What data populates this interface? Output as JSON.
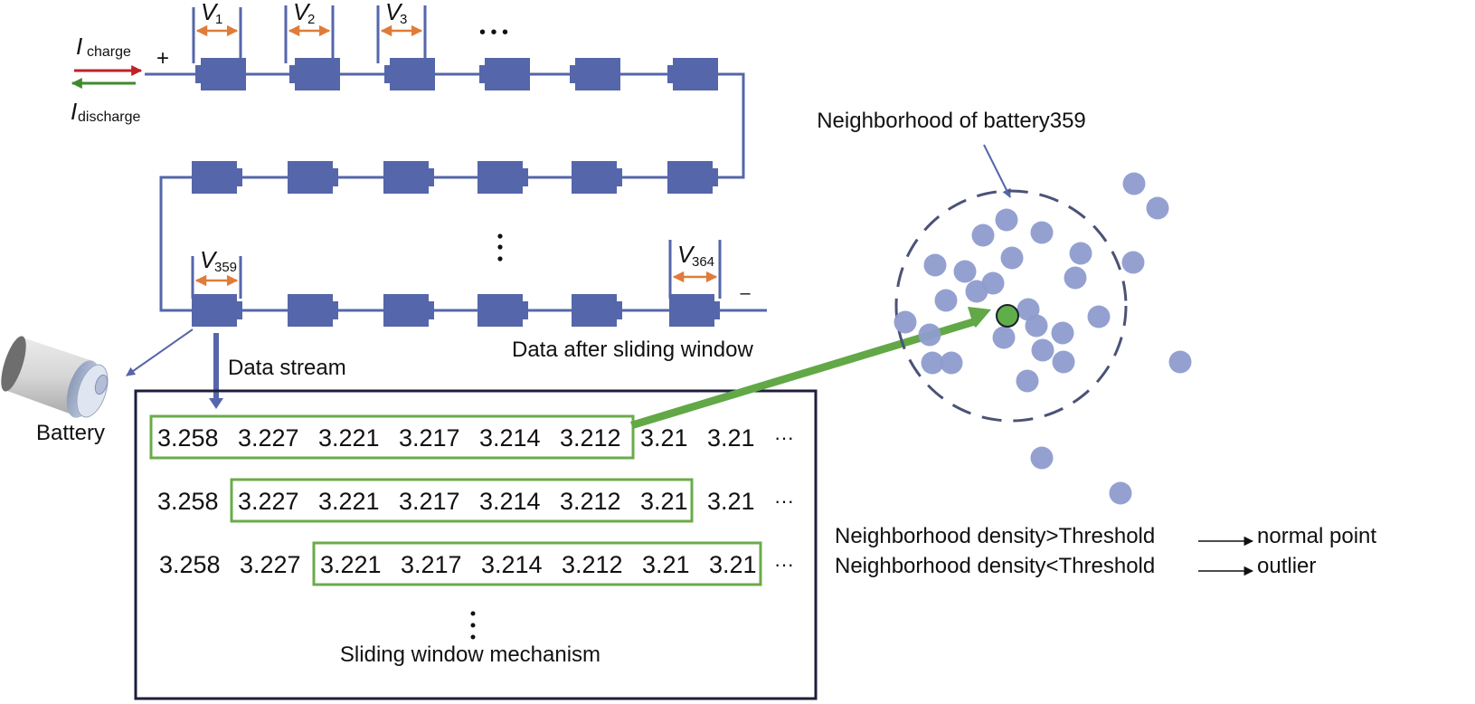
{
  "colors": {
    "wire": "#5566aa",
    "cell": "#5566aa",
    "voltage_arrow": "#e07b39",
    "charge_arrow": "#c0202a",
    "discharge_arrow": "#3f8a2f",
    "window_box": "#6aab4a",
    "big_arrow": "#62a846",
    "point": "#8e9ccd",
    "target_point": "#5fae4a",
    "neighborhood": "#4b5277",
    "box_border": "#1e1e3c"
  },
  "current": {
    "charge": {
      "symbol": "I",
      "subscript": "charge"
    },
    "discharge": {
      "symbol": "I",
      "subscript": "discharge"
    },
    "plus_terminal": "+",
    "minus_terminal": "–"
  },
  "voltages": {
    "v1": {
      "symbol": "V",
      "subscript": "1"
    },
    "v2": {
      "symbol": "V",
      "subscript": "2"
    },
    "v3": {
      "symbol": "V",
      "subscript": "3"
    },
    "v359": {
      "symbol": "V",
      "subscript": "359"
    },
    "v364": {
      "symbol": "V",
      "subscript": "364"
    }
  },
  "ellipsis_horizontal": "• • •",
  "labels": {
    "battery": "Battery",
    "data_stream": "Data stream",
    "data_after_window": "Data after sliding window",
    "sliding_window_mechanism": "Sliding window mechanism",
    "neighborhood_title": "Neighborhood of battery359",
    "rule_normal_left": "Neighborhood density>Threshold",
    "rule_normal_right": "normal point",
    "rule_outlier_left": "Neighborhood density<Threshold",
    "rule_outlier_right": "outlier",
    "row_ellipsis": "···"
  },
  "sliding_window": {
    "window_size": 6,
    "rows": [
      {
        "values": [
          "3.258",
          "3.227",
          "3.221",
          "3.217",
          "3.214",
          "3.212",
          "3.21",
          "3.21"
        ],
        "window_start": 0
      },
      {
        "values": [
          "3.258",
          "3.227",
          "3.221",
          "3.217",
          "3.214",
          "3.212",
          "3.21",
          "3.21"
        ],
        "window_start": 1
      },
      {
        "values": [
          "3.258",
          "3.227",
          "3.221",
          "3.217",
          "3.214",
          "3.212",
          "3.21",
          "3.21"
        ],
        "window_start": 2
      }
    ]
  },
  "battery_pack": {
    "rows": 3,
    "cells_per_row": 6,
    "first_cell": 1,
    "last_cell": 364
  }
}
